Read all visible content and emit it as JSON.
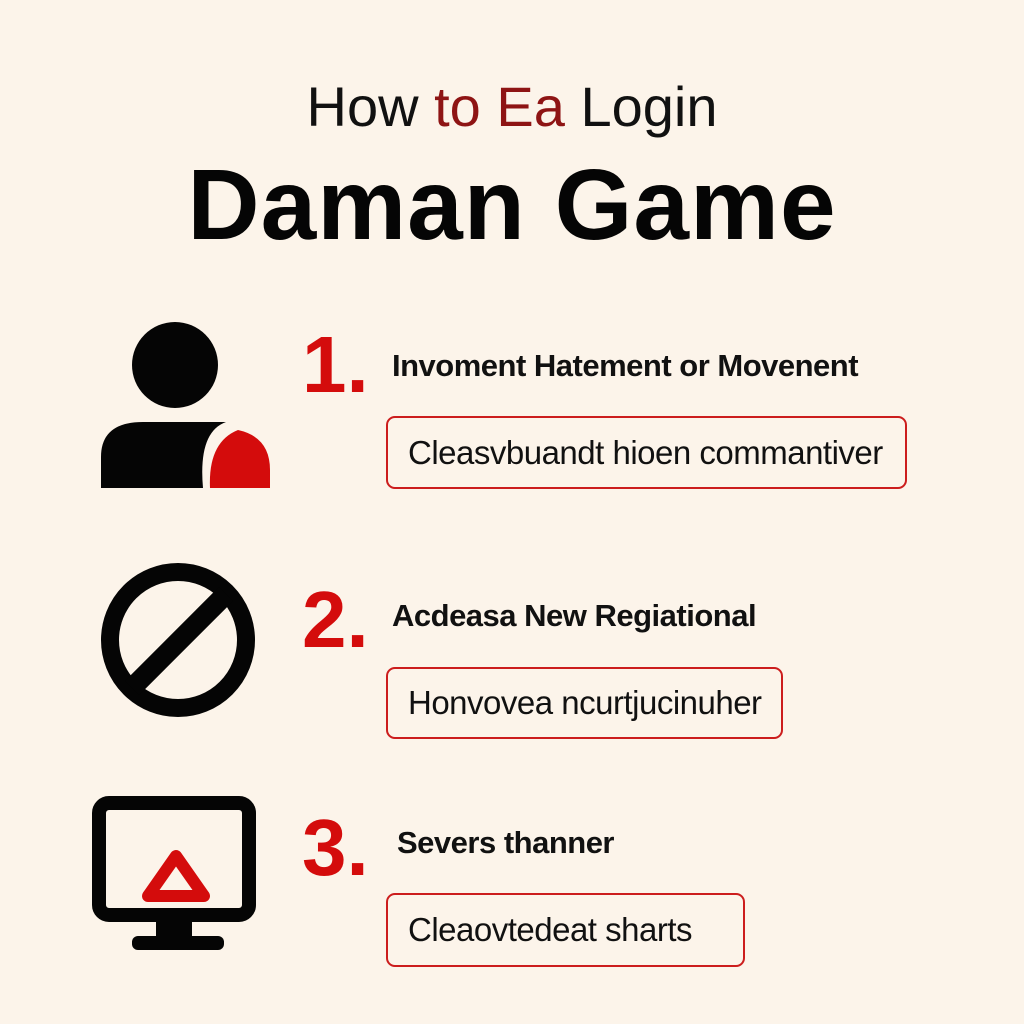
{
  "header": {
    "subtitle_parts": [
      "How ",
      "to Ea",
      " Login"
    ],
    "title": "Daman Game"
  },
  "colors": {
    "background": "#fcf4ea",
    "accent_red": "#d40c0c",
    "dark_red": "#8e1414",
    "text": "#0a0a0a"
  },
  "steps": [
    {
      "number": "1.",
      "icon": "user-icon",
      "title": "Invoment Hatement or Movenent",
      "box_text": "Cleasvbuandt hioen commantiver"
    },
    {
      "number": "2.",
      "icon": "prohibited-icon",
      "title": "Acdeasa New Regiational",
      "box_text": "Honvovea ncurtjucinuher"
    },
    {
      "number": "3.",
      "icon": "monitor-warning-icon",
      "title": "Severs thanner",
      "box_text": "Cleaovtedeat sharts"
    }
  ]
}
